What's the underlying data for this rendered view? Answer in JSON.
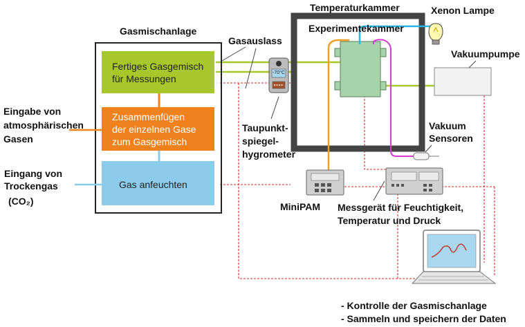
{
  "labels": {
    "gasmischanlage": "Gasmischanlage",
    "temperaturkammer": "Temperaturkammer",
    "experimentekammer": "Experimentekammer",
    "xenon_lampe": "Xenon Lampe",
    "vakuumpumpe": "Vakuumpumpe",
    "gasauslass": "Gasauslass",
    "vakuum_sensoren": [
      "Vakuum",
      "Sensoren"
    ],
    "taupunkt": [
      "Taupunkt-",
      "spiegel-",
      "hygrometer"
    ],
    "minipam": "MiniPAM",
    "messgeraet": [
      "Messgerät für Feuchtigkeit,",
      "Temperatur und Druck"
    ],
    "eingabe": [
      "Eingabe von",
      "atmosphärischen",
      "Gasen"
    ],
    "eingang": [
      "Eingang von",
      "Trockengas"
    ],
    "co2": "(CO₂)",
    "hygrometer_display": "-70°C"
  },
  "boxes": {
    "fertiges": [
      "Fertiges Gasgemisch",
      "für Messungen"
    ],
    "zusammen": [
      "Zusammenfügen",
      "der einzelnen Gase",
      "zum Gasgemisch"
    ],
    "anfeuchten": "Gas anfeuchten"
  },
  "notes": [
    "- Kontrolle der Gasmischanlage",
    "- Sammeln und speichern der Daten"
  ],
  "colors": {
    "green_gas": "#a8c72a",
    "orange_gas": "#f0821e",
    "blue_gas": "#8dcbea",
    "chamber": "#a6d3a9",
    "data_line": "#d22b2b",
    "fiber": "#f0a020",
    "cyan_line": "#29b6e6",
    "magenta_line": "#d43cd0",
    "frame": "#444444"
  }
}
